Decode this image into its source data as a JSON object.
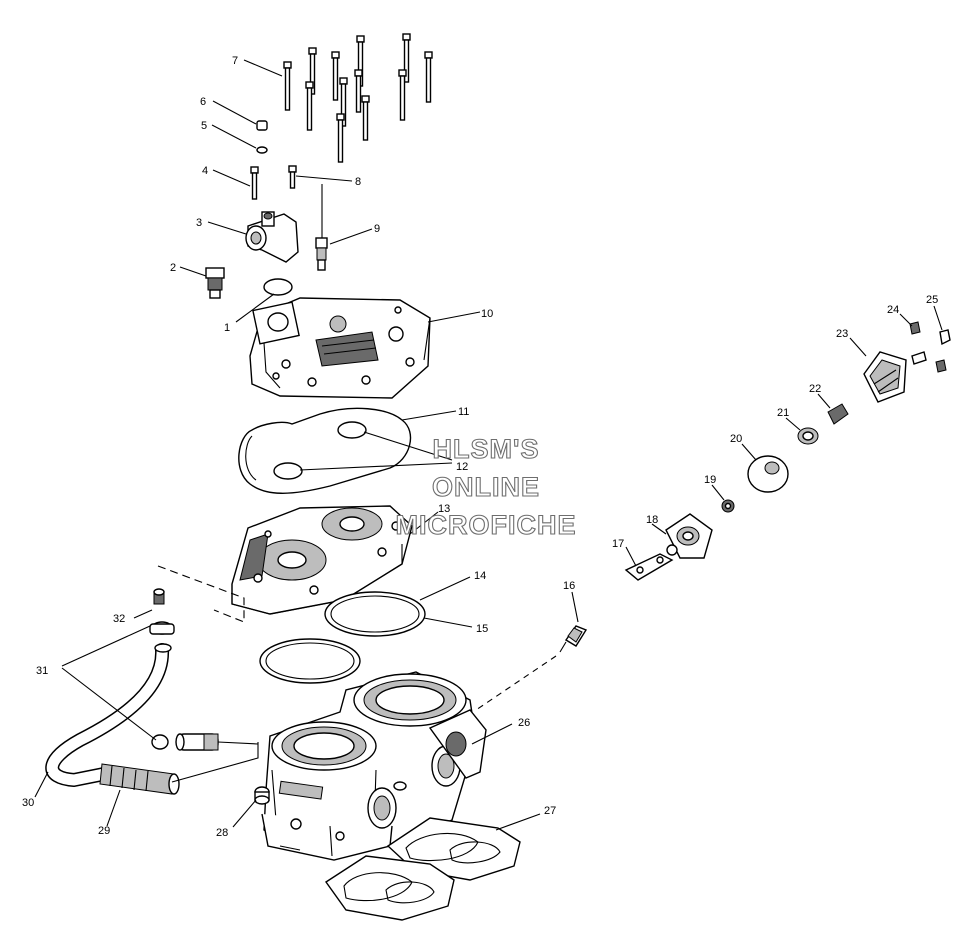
{
  "watermark": {
    "line1": "HLSM'S",
    "line2": "ONLINE",
    "line3": "MICROFICHE"
  },
  "callouts": [
    {
      "id": "1",
      "label": "1"
    },
    {
      "id": "2",
      "label": "2"
    },
    {
      "id": "3",
      "label": "3"
    },
    {
      "id": "4",
      "label": "4"
    },
    {
      "id": "5",
      "label": "5"
    },
    {
      "id": "6",
      "label": "6"
    },
    {
      "id": "7",
      "label": "7"
    },
    {
      "id": "8",
      "label": "8"
    },
    {
      "id": "9",
      "label": "9"
    },
    {
      "id": "10",
      "label": "10"
    },
    {
      "id": "11",
      "label": "11"
    },
    {
      "id": "12",
      "label": "12"
    },
    {
      "id": "13",
      "label": "13"
    },
    {
      "id": "14",
      "label": "14"
    },
    {
      "id": "15",
      "label": "15"
    },
    {
      "id": "16",
      "label": "16"
    },
    {
      "id": "17",
      "label": "17"
    },
    {
      "id": "18",
      "label": "18"
    },
    {
      "id": "19",
      "label": "19"
    },
    {
      "id": "20",
      "label": "20"
    },
    {
      "id": "21",
      "label": "21"
    },
    {
      "id": "22",
      "label": "22"
    },
    {
      "id": "23",
      "label": "23"
    },
    {
      "id": "24",
      "label": "24"
    },
    {
      "id": "25",
      "label": "25"
    },
    {
      "id": "26",
      "label": "26"
    },
    {
      "id": "27",
      "label": "27"
    },
    {
      "id": "28",
      "label": "28"
    },
    {
      "id": "29",
      "label": "29"
    },
    {
      "id": "30",
      "label": "30"
    },
    {
      "id": "31",
      "label": "31"
    },
    {
      "id": "32",
      "label": "32"
    }
  ]
}
